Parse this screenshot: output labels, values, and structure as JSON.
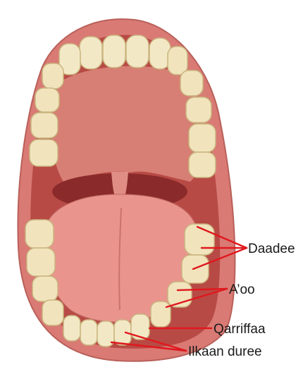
{
  "figure": {
    "labels": {
      "incisors": "Ilkaan duree",
      "canines": "Qarriffaa",
      "premolars": "A’oo",
      "molars": "Daadee"
    }
  },
  "colors": {
    "lip": "#d97a74",
    "mouth_lining": "#b84a45",
    "palate": "#d77f74",
    "tongue": "#e9958e",
    "teeth": "#f3e8c6",
    "tooth_outline": "#c9b57f",
    "pointer": "#e0181e",
    "text": "#1a1a1a"
  },
  "icons": {
    "illustration": "open-mouth-teeth-icon"
  }
}
